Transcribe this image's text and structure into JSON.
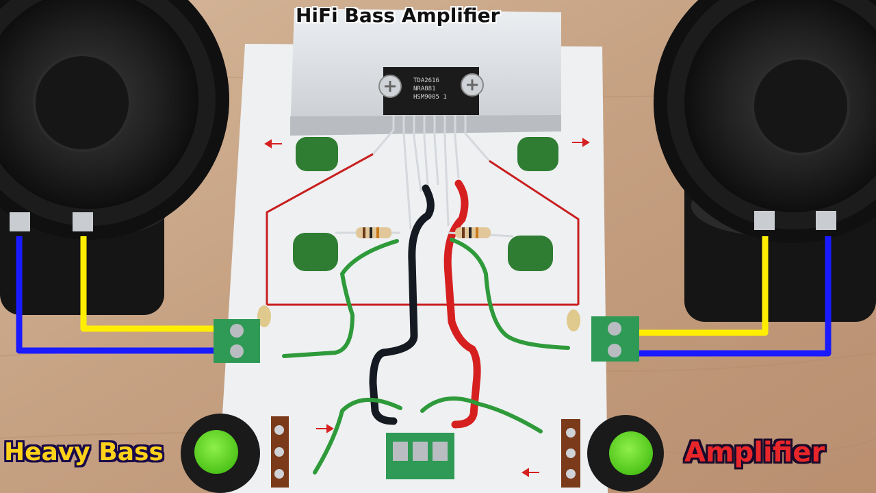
{
  "title": "HiFi Bass Amplifier",
  "caption_left": "Heavy Bass",
  "caption_right": "Amplifier",
  "chip": {
    "line1": "TDA2616",
    "line2": "NRA881",
    "line3": "HSM9005 1"
  },
  "colors": {
    "table": "#c9a98c",
    "board": "#eef0f2",
    "heatsink": "#d9dcdf",
    "capacitor": "#2e7d32",
    "wire_blue": "#1a1aff",
    "wire_yellow": "#ffee00",
    "wire_red": "#d62020",
    "wire_black": "#151a22",
    "wire_green": "#2e9a3a",
    "terminal": "#2f9a55",
    "knob": "#66dd22",
    "caption_left": "#ffd21a",
    "caption_right": "#e8262a"
  }
}
